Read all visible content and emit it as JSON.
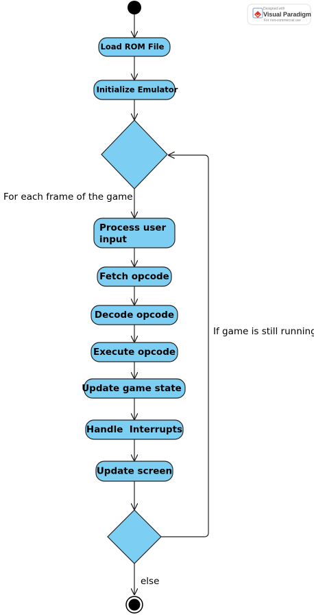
{
  "diagram": {
    "nodes": {
      "load_rom": "Load ROM File",
      "init_emulator": "Initialize Emulator",
      "process_input_line1": "Process user",
      "process_input_line2": "input",
      "fetch_opcode": "Fetch opcode",
      "decode_opcode": "Decode opcode",
      "execute_opcode": "Execute opcode",
      "update_state": "Update game state",
      "handle_interrupts": "Handle  Interrupts",
      "update_screen": "Update screen"
    },
    "labels": {
      "for_each_frame": "For each frame of the game",
      "still_running": "If game is still running",
      "else": "else"
    }
  },
  "watermark": {
    "prefix": "Designed with",
    "brand": "Visual Paradigm",
    "tagline": "For non-commercial use"
  },
  "colors": {
    "node_fill": "#7ccff2",
    "stroke": "#222222"
  }
}
